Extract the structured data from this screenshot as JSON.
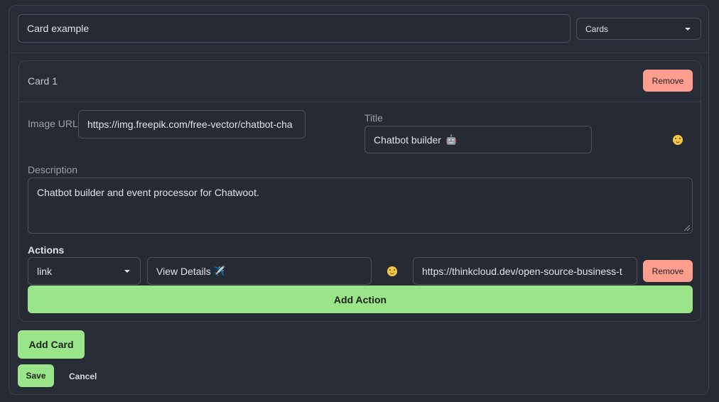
{
  "header": {
    "name_value": "Card example",
    "type_select": "Cards"
  },
  "card": {
    "title": "Card 1",
    "remove_label": "Remove",
    "image_url_label": "Image URL",
    "image_url_value": "https://img.freepik.com/free-vector/chatbot-cha",
    "title_label": "Title",
    "title_value": "Chatbot builder",
    "title_emoji": "🤖",
    "description_label": "Description",
    "description_value": "Chatbot builder and event processor for Chatwoot.",
    "actions_label": "Actions",
    "action": {
      "type_value": "link",
      "text_value": "View Details",
      "text_emoji": "✈️",
      "url_value": "https://thinkcloud.dev/open-source-business-t",
      "remove_label": "Remove"
    },
    "add_action_label": "Add Action"
  },
  "footer": {
    "add_card_label": "Add Card",
    "save_label": "Save",
    "cancel_label": "Cancel"
  },
  "colors": {
    "accent_green": "#9ae58a",
    "danger_salmon": "#ff9e8f",
    "background": "#262a33"
  },
  "icons": {
    "emoji_picker": "smiley-face-icon",
    "select": "caret-down-icon"
  }
}
